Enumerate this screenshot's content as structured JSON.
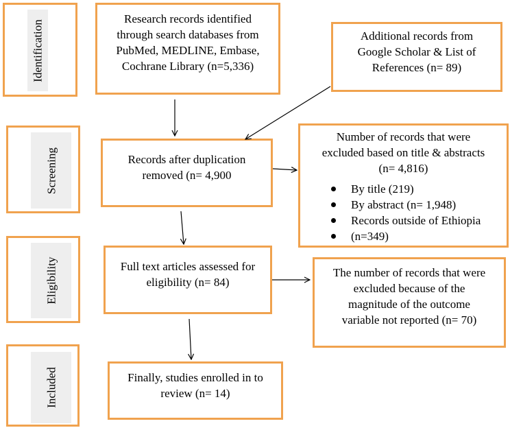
{
  "phases": {
    "identification": "Identification",
    "screening": "Screening",
    "eligibility": "Eligibility",
    "included": "Included"
  },
  "boxes": {
    "research_records": [
      "Research records identified",
      "through search databases from",
      "PubMed, MEDLINE, Embase,",
      "Cochrane Library (n=5,336)"
    ],
    "additional_records": [
      "Additional records from",
      "Google Scholar & List of",
      "References (n= 89)"
    ],
    "after_duplication": [
      "Records after duplication",
      "removed (n= 4,900"
    ],
    "excluded_title_abstract": {
      "lines": [
        "Number of records that were",
        "excluded based on title & abstracts",
        "(n= 4,816)"
      ],
      "bullets": [
        "By title (219)",
        "By abstract (n= 1,948)",
        "Records outside of Ethiopia",
        "(n=349)"
      ]
    },
    "full_text": [
      "Full text articles assessed for",
      "eligibility (n= 84)"
    ],
    "excluded_magnitude": [
      "The number of records that were",
      "excluded because of the",
      "magnitude of the outcome",
      "variable not reported (n= 70)"
    ],
    "included_final": [
      "Finally, studies enrolled in to",
      "review (n= 14)"
    ]
  },
  "colors": {
    "box_border": "#F0A24E",
    "phase_tab_fill": "#EEEEEE",
    "text": "#000000",
    "arrow": "#000000"
  }
}
